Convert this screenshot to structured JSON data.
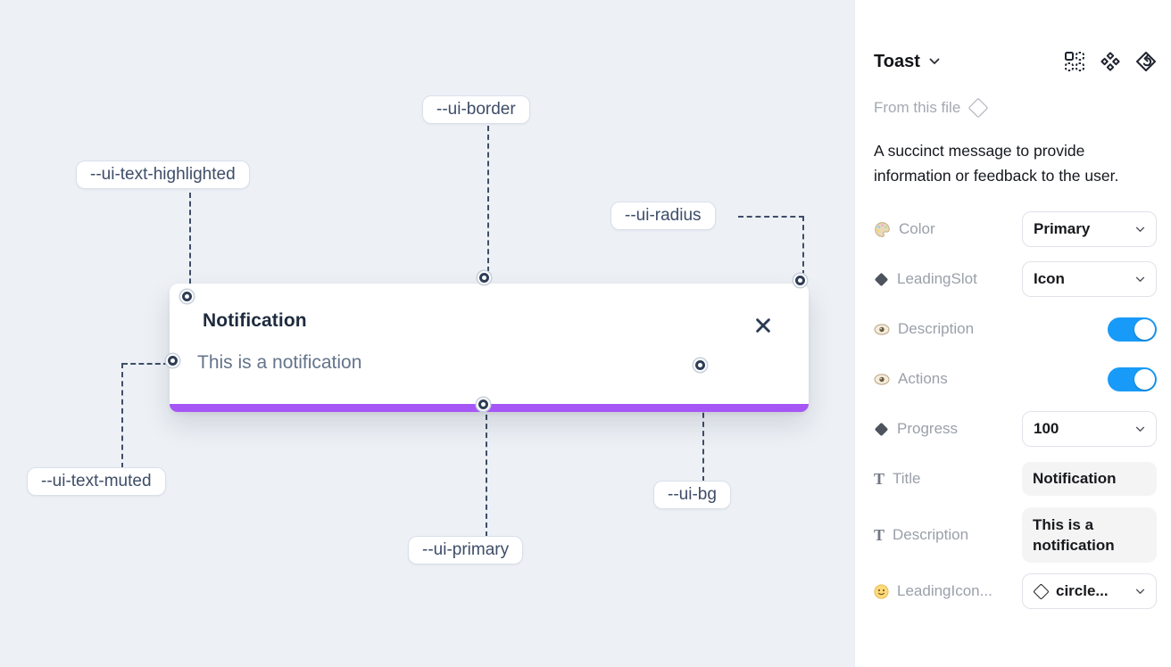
{
  "canvas": {
    "toast": {
      "title": "Notification",
      "description": "This is a notification"
    },
    "annotations": [
      {
        "text": "--ui-text-highlighted"
      },
      {
        "text": "--ui-border"
      },
      {
        "text": "--ui-radius"
      },
      {
        "text": "--ui-text-muted"
      },
      {
        "text": "--ui-primary"
      },
      {
        "text": "--ui-bg"
      }
    ],
    "colors": {
      "canvas_bg": "#edf1f6",
      "toast_bg": "#ffffff",
      "primary_bar": "#a656f5",
      "title_text": "#1e2b3e",
      "muted_text": "#64748b",
      "annotation_stroke": "#3e4d68"
    }
  },
  "panel": {
    "header": {
      "title": "Toast",
      "icons": [
        "instance-grid-icon",
        "component-icon",
        "swap-instance-icon"
      ]
    },
    "source": {
      "label": "From this file",
      "icon": "diamond-outline-icon"
    },
    "description": "A succinct message to provide information or feedback to the user.",
    "glyphs": {
      "text_type": "T"
    },
    "properties": [
      {
        "icon": "palette-icon",
        "label": "Color",
        "type": "dropdown",
        "value": "Primary"
      },
      {
        "icon": "diamond-icon",
        "label": "LeadingSlot",
        "type": "dropdown",
        "value": "Icon"
      },
      {
        "icon": "eye-icon",
        "label": "Description",
        "type": "toggle",
        "value": "on"
      },
      {
        "icon": "eye-icon",
        "label": "Actions",
        "type": "toggle",
        "value": "on"
      },
      {
        "icon": "diamond-icon",
        "label": "Progress",
        "type": "dropdown",
        "value": "100"
      },
      {
        "icon": "text-icon",
        "label": "Title",
        "type": "textfield",
        "value": "Notification"
      },
      {
        "icon": "text-icon",
        "label": "Description",
        "type": "textfield",
        "value": "This is a notification"
      },
      {
        "icon": "smiley-icon",
        "label": "LeadingIcon...",
        "type": "icon-dropdown",
        "value": "circle..."
      }
    ],
    "colors": {
      "toggle_on": "#189bf8"
    }
  }
}
